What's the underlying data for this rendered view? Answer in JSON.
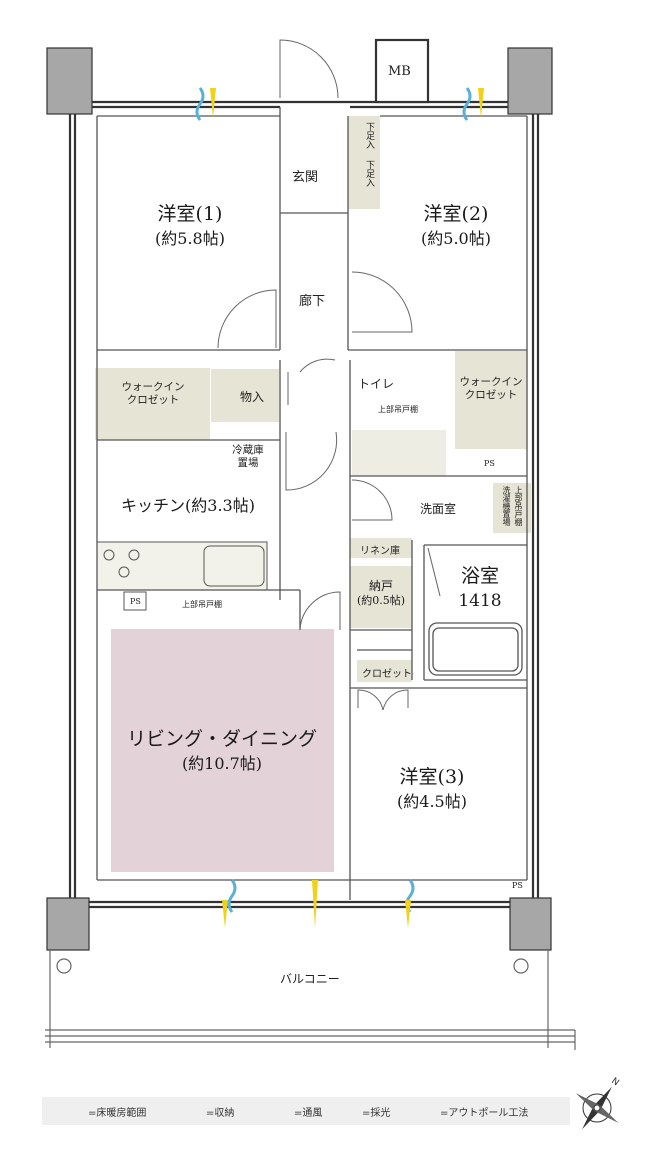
{
  "rooms": {
    "western1": {
      "name": "洋室(1)",
      "area": "(約5.8帖)"
    },
    "western2": {
      "name": "洋室(2)",
      "area": "(約5.0帖)"
    },
    "western3": {
      "name": "洋室(3)",
      "area": "(約4.5帖)"
    },
    "living": {
      "name": "リビング・ダイニング",
      "area": "(約10.7帖)"
    },
    "kitchen": {
      "name": "キッチン(約3.3帖)"
    },
    "storage": {
      "name": "納戸",
      "area": "(約0.5帖)"
    },
    "bath": {
      "name": "浴室",
      "size": "1418"
    }
  },
  "labels": {
    "mb": "MB",
    "entrance": "玄関",
    "shoe1": "下足入",
    "shoe2": "下足入",
    "hallway": "廊下",
    "wic1_line1": "ウォークイン",
    "wic1_line2": "クロゼット",
    "wic2_line1": "ウォークイン",
    "wic2_line2": "クロゼット",
    "storage_mono": "物入",
    "toilet": "トイレ",
    "upper_cabinet_toilet": "上部吊戸棚",
    "fridge_line1": "冷蔵庫",
    "fridge_line2": "置場",
    "ps1": "PS",
    "ps2": "PS",
    "ps3": "PS",
    "washroom": "洗面室",
    "washer": "洗濯機置場",
    "washer_upper": "上部吊戸棚",
    "linen": "リネン庫",
    "upper_cabinet_kitchen": "上部吊戸棚",
    "closet": "クロゼット",
    "balcony": "バルコニー"
  },
  "legend": {
    "floor_heating": "=床暖房範囲",
    "storage": "=収納",
    "ventilation": "=通風",
    "daylight": "=採光",
    "outpole": "=アウトポール工法"
  },
  "colors": {
    "floor_heating": "#e3d3d9",
    "storage": "#e6e4d5",
    "ventilation": "#5ab0d8",
    "daylight": "#f1d21a",
    "pillar": "#a7a7a7",
    "wall": "#3a3a3a",
    "legend_bg": "#efefef"
  },
  "icons": {
    "compass": "compass-rose-icon",
    "north": "N"
  }
}
